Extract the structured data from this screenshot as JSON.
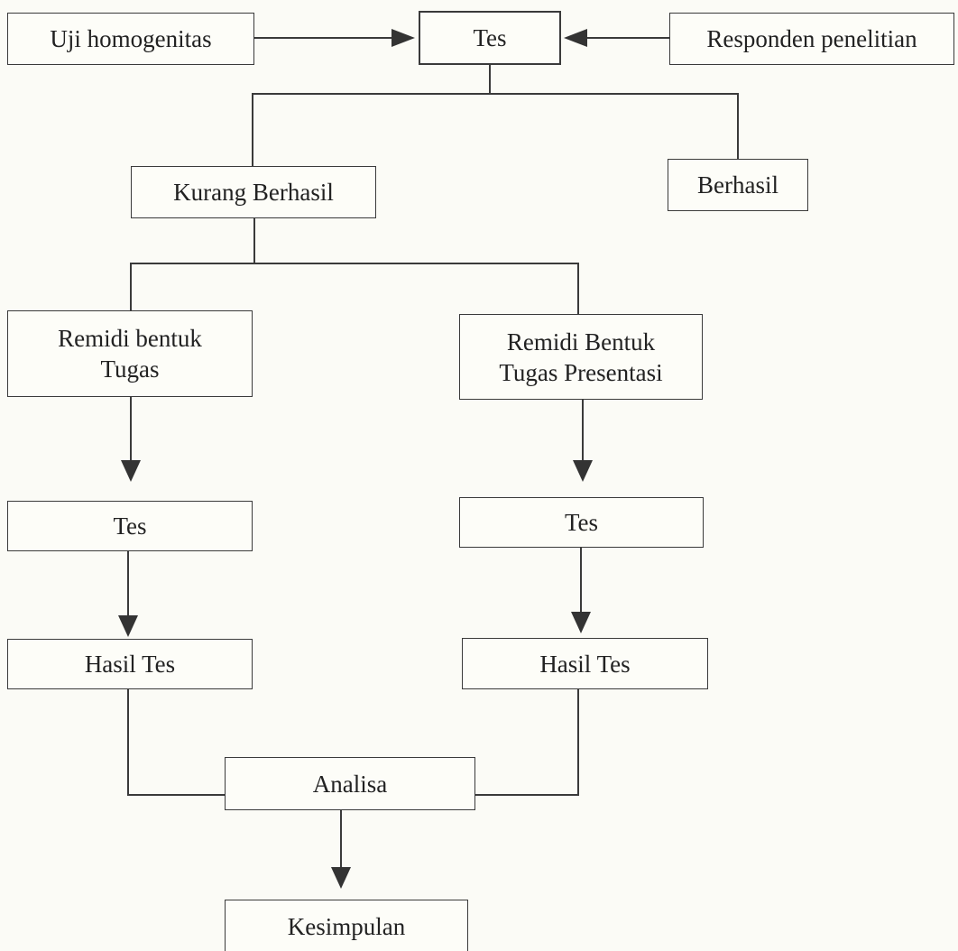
{
  "diagram": {
    "nodes": {
      "uji_homogenitas": "Uji homogenitas",
      "tes_top": "Tes",
      "responden_penelitian": "Responden penelitian",
      "kurang_berhasil": "Kurang Berhasil",
      "berhasil": "Berhasil",
      "remidi_tugas": [
        "Remidi bentuk",
        "Tugas"
      ],
      "remidi_presentasi": [
        "Remidi Bentuk",
        "Tugas Presentasi"
      ],
      "tes_left": "Tes",
      "tes_right": "Tes",
      "hasil_tes_left": "Hasil Tes",
      "hasil_tes_right": "Hasil Tes",
      "analisa": "Analisa",
      "kesimpulan": "Kesimpulan"
    },
    "edges": [
      {
        "from": "uji_homogenitas",
        "to": "tes_top",
        "arrow": true
      },
      {
        "from": "responden_penelitian",
        "to": "tes_top",
        "arrow": true
      },
      {
        "from": "tes_top",
        "to": "kurang_berhasil",
        "arrow": false
      },
      {
        "from": "tes_top",
        "to": "berhasil",
        "arrow": false
      },
      {
        "from": "kurang_berhasil",
        "to": "remidi_tugas",
        "arrow": false
      },
      {
        "from": "kurang_berhasil",
        "to": "remidi_presentasi",
        "arrow": false
      },
      {
        "from": "remidi_tugas",
        "to": "tes_left",
        "arrow": true
      },
      {
        "from": "remidi_presentasi",
        "to": "tes_right",
        "arrow": true
      },
      {
        "from": "tes_left",
        "to": "hasil_tes_left",
        "arrow": true
      },
      {
        "from": "tes_right",
        "to": "hasil_tes_right",
        "arrow": true
      },
      {
        "from": "hasil_tes_left",
        "to": "analisa",
        "arrow": false
      },
      {
        "from": "hasil_tes_right",
        "to": "analisa",
        "arrow": false
      },
      {
        "from": "analisa",
        "to": "kesimpulan",
        "arrow": true
      }
    ],
    "colors": {
      "line": "#3a3a3a",
      "box_fill": "#fdfdf8",
      "paper": "#fbfbf6"
    }
  }
}
